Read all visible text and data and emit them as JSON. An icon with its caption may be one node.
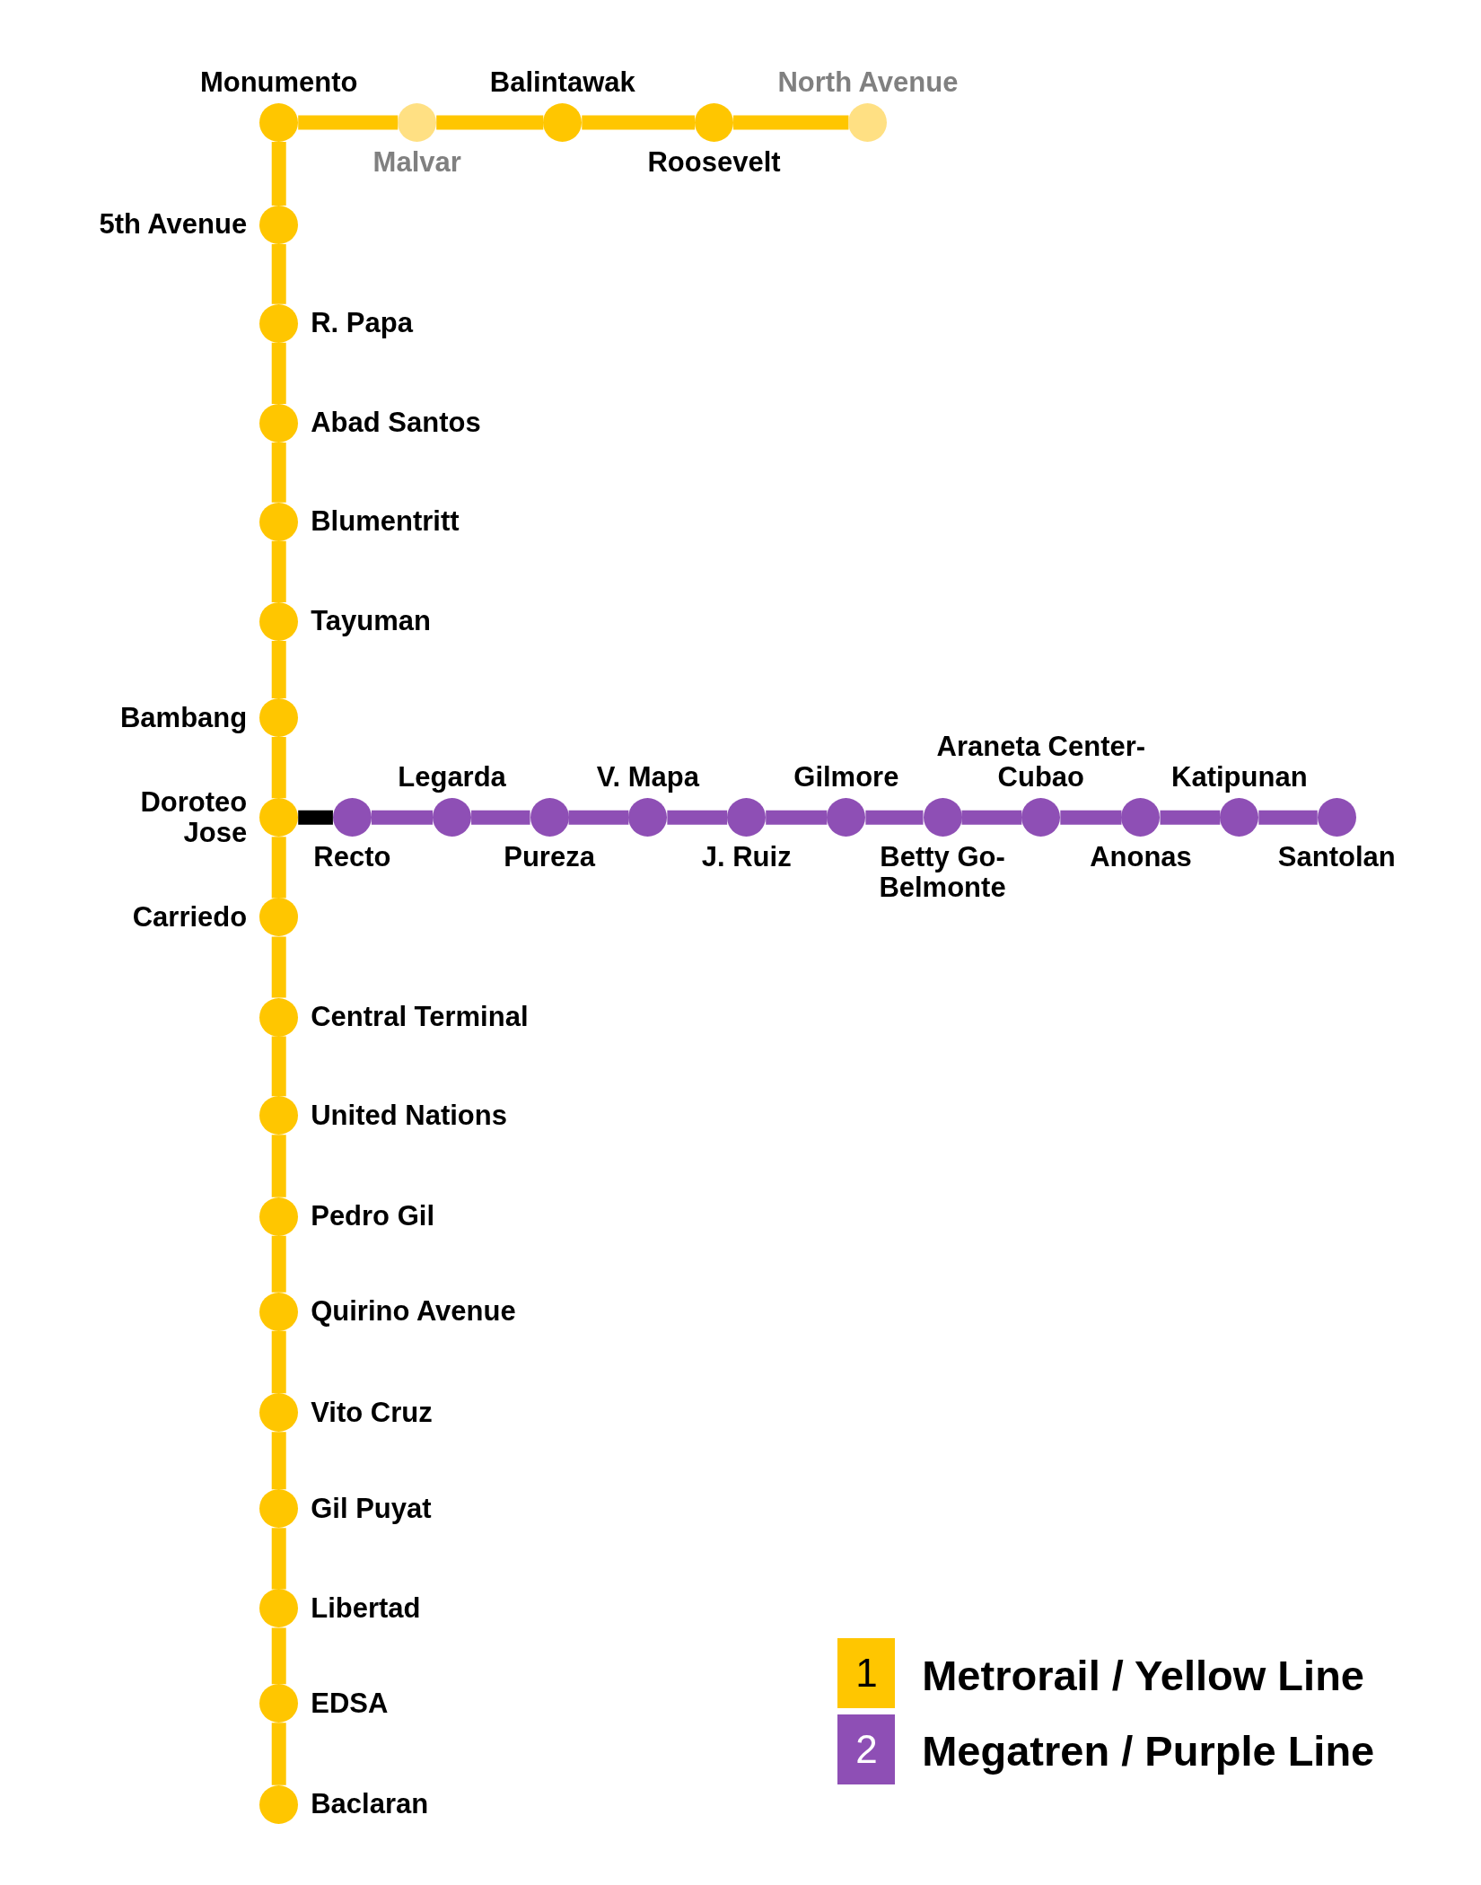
{
  "diagram": {
    "nodes": [
      {
        "text": [
          "Monumento"
        ]
      },
      {
        "text": [
          "Malvar"
        ]
      },
      {
        "text": [
          "Balintawak"
        ]
      },
      {
        "text": [
          "Roosevelt"
        ]
      },
      {
        "text": [
          "North Avenue"
        ]
      },
      {
        "text": [
          "5th Avenue"
        ]
      },
      {
        "text": [
          "R. Papa"
        ]
      },
      {
        "text": [
          "Abad Santos"
        ]
      },
      {
        "text": [
          "Blumentritt"
        ]
      },
      {
        "text": [
          "Tayuman"
        ]
      },
      {
        "text": [
          "Bambang"
        ]
      },
      {
        "text": [
          "Doroteo Jose"
        ]
      },
      {
        "text": [
          "Carriedo"
        ]
      },
      {
        "text": [
          "Central Terminal"
        ]
      },
      {
        "text": [
          "United Nations"
        ]
      },
      {
        "text": [
          "Pedro Gil"
        ]
      },
      {
        "text": [
          "Quirino Avenue"
        ]
      },
      {
        "text": [
          "Vito Cruz"
        ]
      },
      {
        "text": [
          "Gil Puyat"
        ]
      },
      {
        "text": [
          "Libertad"
        ]
      },
      {
        "text": [
          "EDSA"
        ]
      },
      {
        "text": [
          "Baclaran"
        ]
      },
      {
        "text": [
          "Recto"
        ]
      },
      {
        "text": [
          "Legarda"
        ]
      },
      {
        "text": [
          "Pureza"
        ]
      },
      {
        "text": [
          "V. Mapa"
        ]
      },
      {
        "text": [
          "J. Ruiz"
        ]
      },
      {
        "text": [
          "Gilmore"
        ]
      },
      {
        "text": [
          "Betty Go-Belmonte"
        ]
      },
      {
        "text": [
          "Araneta Center-Cubao"
        ]
      },
      {
        "text": [
          "Anonas"
        ]
      },
      {
        "text": [
          "Katipunan"
        ]
      },
      {
        "text": [
          "Santolan"
        ]
      }
    ],
    "edges": [
      {
        "from": 0,
        "to": 1,
        "arrow": "none"
      },
      {
        "from": 1,
        "to": 2,
        "arrow": "none"
      },
      {
        "from": 2,
        "to": 3,
        "arrow": "none"
      },
      {
        "from": 3,
        "to": 4,
        "arrow": "none"
      },
      {
        "from": 0,
        "to": 5,
        "arrow": "none"
      },
      {
        "from": 5,
        "to": 6,
        "arrow": "none"
      },
      {
        "from": 6,
        "to": 7,
        "arrow": "none"
      },
      {
        "from": 7,
        "to": 8,
        "arrow": "none"
      },
      {
        "from": 8,
        "to": 9,
        "arrow": "none"
      },
      {
        "from": 9,
        "to": 10,
        "arrow": "none"
      },
      {
        "from": 10,
        "to": 11,
        "arrow": "none"
      },
      {
        "from": 11,
        "to": 12,
        "arrow": "none"
      },
      {
        "from": 12,
        "to": 13,
        "arrow": "none"
      },
      {
        "from": 13,
        "to": 14,
        "arrow": "none"
      },
      {
        "from": 14,
        "to": 15,
        "arrow": "none"
      },
      {
        "from": 15,
        "to": 16,
        "arrow": "none"
      },
      {
        "from": 16,
        "to": 17,
        "arrow": "none"
      },
      {
        "from": 17,
        "to": 18,
        "arrow": "none"
      },
      {
        "from": 18,
        "to": 19,
        "arrow": "none"
      },
      {
        "from": 19,
        "to": 20,
        "arrow": "none"
      },
      {
        "from": 20,
        "to": 21,
        "arrow": "none"
      },
      {
        "from": 11,
        "to": 22,
        "arrow": "none",
        "color": "#000000"
      },
      {
        "from": 22,
        "to": 23,
        "arrow": "none",
        "color": "#8e4fb5"
      },
      {
        "from": 23,
        "to": 24,
        "arrow": "none",
        "color": "#8e4fb5"
      },
      {
        "from": 24,
        "to": 25,
        "arrow": "none",
        "color": "#8e4fb5"
      },
      {
        "from": 25,
        "to": 26,
        "arrow": "none",
        "color": "#8e4fb5"
      },
      {
        "from": 26,
        "to": 27,
        "arrow": "none",
        "color": "#8e4fb5"
      },
      {
        "from": 27,
        "to": 28,
        "arrow": "none",
        "color": "#8e4fb5"
      },
      {
        "from": 28,
        "to": 29,
        "arrow": "none",
        "color": "#8e4fb5"
      },
      {
        "from": 29,
        "to": 30,
        "arrow": "none",
        "color": "#8e4fb5"
      },
      {
        "from": 30,
        "to": 31,
        "arrow": "none",
        "color": "#8e4fb5"
      },
      {
        "from": 31,
        "to": 32,
        "arrow": "none",
        "color": "#8e4fb5"
      }
    ],
    "labels": [
      "1",
      "2"
    ],
    "legend": [
      {
        "text": "Metrorail / Yellow Line",
        "color": "#ffc600"
      },
      {
        "text": "Megatren / Purple Line",
        "color": "#8e4fb5"
      }
    ]
  }
}
